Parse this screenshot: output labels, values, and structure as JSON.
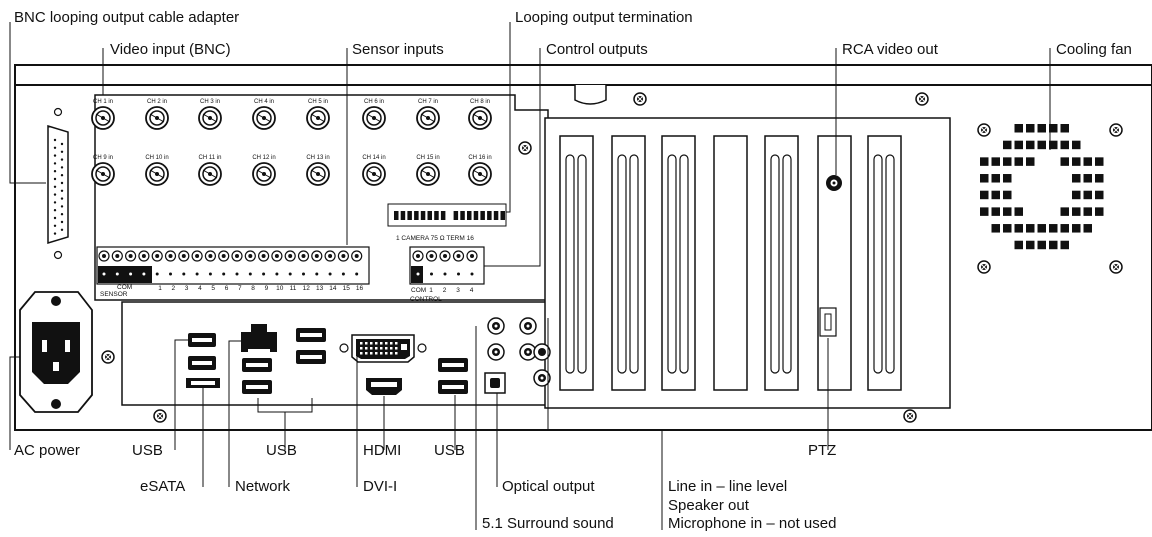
{
  "callouts": {
    "bnc_loop_adapter": "BNC looping output cable adapter",
    "video_input": "Video input (BNC)",
    "sensor_inputs": "Sensor inputs",
    "loop_termination": "Looping output termination",
    "control_outputs": "Control outputs",
    "rca_video_out": "RCA video out",
    "cooling_fan": "Cooling fan",
    "ac_power": "AC power",
    "usb_1": "USB",
    "esata": "eSATA",
    "usb_2": "USB",
    "network": "Network",
    "hdmi": "HDMI",
    "dvi": "DVI-I",
    "usb_3": "USB",
    "optical_output": "Optical output",
    "surround": "5.1 Surround sound",
    "line_in": "Line in – line level",
    "speaker_out": "Speaker out",
    "mic_in": "Microphone in – not used",
    "ptz": "PTZ"
  },
  "ports": {
    "row1": [
      "CH 1 in",
      "CH 2 in",
      "CH 3 in",
      "CH 4 in",
      "CH 5 in",
      "CH 6 in",
      "CH 7 in",
      "CH 8 in"
    ],
    "row2": [
      "CH 9 in",
      "CH 10 in",
      "CH 11 in",
      "CH 12 in",
      "CH 13 in",
      "CH 14 in",
      "CH 15 in",
      "CH 16 in"
    ]
  },
  "panel_labels": {
    "camera_term": "1  CAMERA 75 Ω  TERM 16",
    "sensor": "SENSOR",
    "com": "COM",
    "control": "CONTROL",
    "control_com": "COM",
    "sensor_numbers": [
      "1",
      "2",
      "3",
      "4",
      "5",
      "6",
      "7",
      "8",
      "9",
      "10",
      "11",
      "12",
      "13",
      "14",
      "15",
      "16"
    ],
    "control_numbers": [
      "1",
      "2",
      "3",
      "4"
    ]
  }
}
